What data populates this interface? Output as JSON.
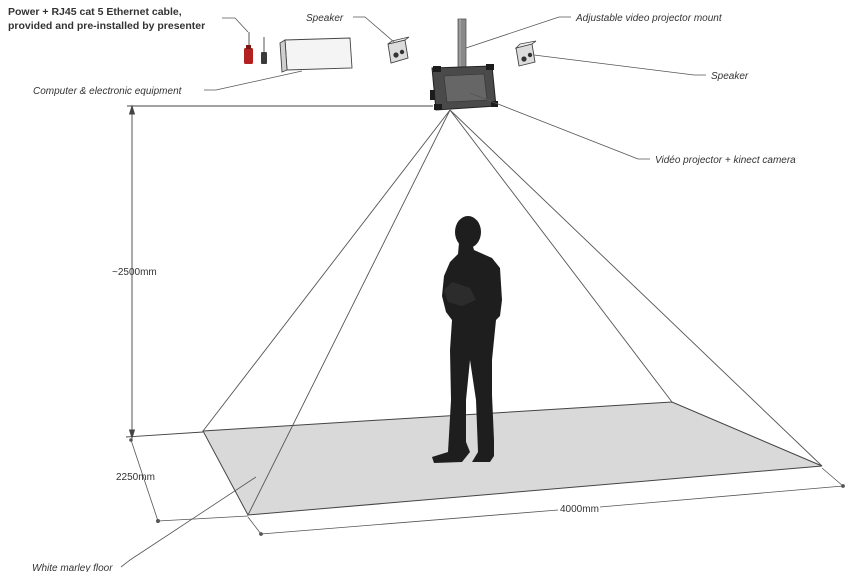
{
  "labels": {
    "power_line1": "Power + RJ45 cat 5 Ethernet cable,",
    "power_line2": "provided and pre-installed by presenter",
    "speaker_left": "Speaker",
    "speaker_right": "Speaker",
    "mount": "Adjustable video projector mount",
    "computer": "Computer & electronic equipment",
    "projector": "Vidéo projector + kinect camera",
    "floor": "White marley floor"
  },
  "dimensions": {
    "height": "~2500mm",
    "depth": "2250mm",
    "width": "4000mm"
  },
  "colors": {
    "floor": "#d9d9d9",
    "plug": "#b22020",
    "person": "#1e1e1e",
    "projector": "#4a4a4a"
  }
}
